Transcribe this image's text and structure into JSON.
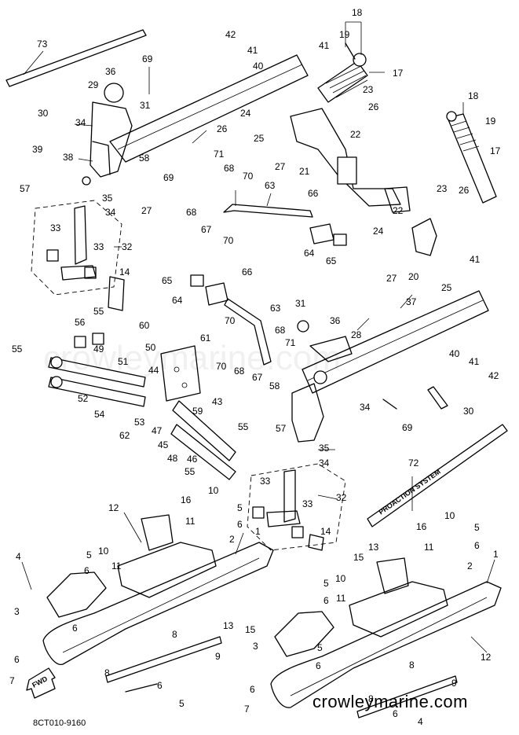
{
  "diagram_code": "8CT010-9160",
  "watermark": "crowleymarine.com",
  "fwd_label": "FWD",
  "decal_text": "PROACTION SYSTEM",
  "callouts": [
    {
      "id": "c73",
      "text": "73"
    },
    {
      "id": "c42a",
      "text": "42"
    },
    {
      "id": "c18a",
      "text": "18"
    },
    {
      "id": "c19a",
      "text": "19"
    },
    {
      "id": "c41a",
      "text": "41"
    },
    {
      "id": "c41b",
      "text": "41"
    },
    {
      "id": "c40a",
      "text": "40"
    },
    {
      "id": "c17a",
      "text": "17"
    },
    {
      "id": "c36a",
      "text": "36"
    },
    {
      "id": "c69a",
      "text": "69"
    },
    {
      "id": "c29",
      "text": "29"
    },
    {
      "id": "c31a",
      "text": "31"
    },
    {
      "id": "c30a",
      "text": "30"
    },
    {
      "id": "c23a",
      "text": "23"
    },
    {
      "id": "c24a",
      "text": "24"
    },
    {
      "id": "c26a",
      "text": "26"
    },
    {
      "id": "c34a",
      "text": "34"
    },
    {
      "id": "c26b",
      "text": "26"
    },
    {
      "id": "c25a",
      "text": "25"
    },
    {
      "id": "c22a",
      "text": "22"
    },
    {
      "id": "c18b",
      "text": "18"
    },
    {
      "id": "c19b",
      "text": "19"
    },
    {
      "id": "c39",
      "text": "39"
    },
    {
      "id": "c38",
      "text": "38"
    },
    {
      "id": "c58a",
      "text": "58"
    },
    {
      "id": "c71a",
      "text": "71"
    },
    {
      "id": "c27a",
      "text": "27"
    },
    {
      "id": "c21",
      "text": "21"
    },
    {
      "id": "c17b",
      "text": "17"
    },
    {
      "id": "c68a",
      "text": "68"
    },
    {
      "id": "c70a",
      "text": "70"
    },
    {
      "id": "c57a",
      "text": "57"
    },
    {
      "id": "c69b",
      "text": "69"
    },
    {
      "id": "c35a",
      "text": "35"
    },
    {
      "id": "c27b",
      "text": "27"
    },
    {
      "id": "c34b",
      "text": "34"
    },
    {
      "id": "c68b",
      "text": "68"
    },
    {
      "id": "c63a",
      "text": "63"
    },
    {
      "id": "c66a",
      "text": "66"
    },
    {
      "id": "c23b",
      "text": "23"
    },
    {
      "id": "c26c",
      "text": "26"
    },
    {
      "id": "c22b",
      "text": "22"
    },
    {
      "id": "c67a",
      "text": "67"
    },
    {
      "id": "c33a",
      "text": "33"
    },
    {
      "id": "c24b",
      "text": "24"
    },
    {
      "id": "c33b",
      "text": "33"
    },
    {
      "id": "c32a",
      "text": "32"
    },
    {
      "id": "c70b",
      "text": "70"
    },
    {
      "id": "c64a",
      "text": "64"
    },
    {
      "id": "c65a",
      "text": "65"
    },
    {
      "id": "c27c",
      "text": "27"
    },
    {
      "id": "c20",
      "text": "20"
    },
    {
      "id": "c41c",
      "text": "41"
    },
    {
      "id": "c25b",
      "text": "25"
    },
    {
      "id": "c14a",
      "text": "14"
    },
    {
      "id": "c65b",
      "text": "65"
    },
    {
      "id": "c66b",
      "text": "66"
    },
    {
      "id": "c64b",
      "text": "64"
    },
    {
      "id": "c63b",
      "text": "63"
    },
    {
      "id": "c37",
      "text": "37"
    },
    {
      "id": "c31b",
      "text": "31"
    },
    {
      "id": "c36b",
      "text": "36"
    },
    {
      "id": "c56",
      "text": "56"
    },
    {
      "id": "c55a",
      "text": "55"
    },
    {
      "id": "c70c",
      "text": "70"
    },
    {
      "id": "c68c",
      "text": "68"
    },
    {
      "id": "c60",
      "text": "60"
    },
    {
      "id": "c28",
      "text": "28"
    },
    {
      "id": "c71b",
      "text": "71"
    },
    {
      "id": "c55b",
      "text": "55"
    },
    {
      "id": "c49",
      "text": "49"
    },
    {
      "id": "c50",
      "text": "50"
    },
    {
      "id": "c61",
      "text": "61"
    },
    {
      "id": "c40b",
      "text": "40"
    },
    {
      "id": "c51",
      "text": "51"
    },
    {
      "id": "c44",
      "text": "44"
    },
    {
      "id": "c70d",
      "text": "70"
    },
    {
      "id": "c68d",
      "text": "68"
    },
    {
      "id": "c67b",
      "text": "67"
    },
    {
      "id": "c41d",
      "text": "41"
    },
    {
      "id": "c42b",
      "text": "42"
    },
    {
      "id": "c52",
      "text": "52"
    },
    {
      "id": "c58b",
      "text": "58"
    },
    {
      "id": "c43",
      "text": "43"
    },
    {
      "id": "c34c",
      "text": "34"
    },
    {
      "id": "c30b",
      "text": "30"
    },
    {
      "id": "c54",
      "text": "54"
    },
    {
      "id": "c53",
      "text": "53"
    },
    {
      "id": "c59",
      "text": "59"
    },
    {
      "id": "c57b",
      "text": "57"
    },
    {
      "id": "c69c",
      "text": "69"
    },
    {
      "id": "c62",
      "text": "62"
    },
    {
      "id": "c47",
      "text": "47"
    },
    {
      "id": "c55c",
      "text": "55"
    },
    {
      "id": "c45",
      "text": "45"
    },
    {
      "id": "c48",
      "text": "48"
    },
    {
      "id": "c46",
      "text": "46"
    },
    {
      "id": "c55d",
      "text": "55"
    },
    {
      "id": "c35b",
      "text": "35"
    },
    {
      "id": "c34d",
      "text": "34"
    },
    {
      "id": "c72",
      "text": "72"
    },
    {
      "id": "c33c",
      "text": "33"
    },
    {
      "id": "c33d",
      "text": "33"
    },
    {
      "id": "c32b",
      "text": "32"
    },
    {
      "id": "c12a",
      "text": "12"
    },
    {
      "id": "c16a",
      "text": "16"
    },
    {
      "id": "c10a",
      "text": "10"
    },
    {
      "id": "c5a",
      "text": "5"
    },
    {
      "id": "c11a",
      "text": "11"
    },
    {
      "id": "c6a",
      "text": "6"
    },
    {
      "id": "c14b",
      "text": "14"
    },
    {
      "id": "c16b",
      "text": "16"
    },
    {
      "id": "c10b",
      "text": "10"
    },
    {
      "id": "c5b",
      "text": "5"
    },
    {
      "id": "c11b",
      "text": "11"
    },
    {
      "id": "c6b",
      "text": "6"
    },
    {
      "id": "c1a",
      "text": "1"
    },
    {
      "id": "c2a",
      "text": "2"
    },
    {
      "id": "c4a",
      "text": "4"
    },
    {
      "id": "c5c",
      "text": "5"
    },
    {
      "id": "c10c",
      "text": "10"
    },
    {
      "id": "c6c",
      "text": "6"
    },
    {
      "id": "c11c",
      "text": "11"
    },
    {
      "id": "c13a",
      "text": "13"
    },
    {
      "id": "c15a",
      "text": "15"
    },
    {
      "id": "c1b",
      "text": "1"
    },
    {
      "id": "c2b",
      "text": "2"
    },
    {
      "id": "c10d",
      "text": "10"
    },
    {
      "id": "c11d",
      "text": "11"
    },
    {
      "id": "c5d",
      "text": "5"
    },
    {
      "id": "c6d",
      "text": "6"
    },
    {
      "id": "c3a",
      "text": "3"
    },
    {
      "id": "c6e",
      "text": "6"
    },
    {
      "id": "c13b",
      "text": "13"
    },
    {
      "id": "c15b",
      "text": "15"
    },
    {
      "id": "c8a",
      "text": "8"
    },
    {
      "id": "c9a",
      "text": "9"
    },
    {
      "id": "c3b",
      "text": "3"
    },
    {
      "id": "c5e",
      "text": "5"
    },
    {
      "id": "c6f",
      "text": "6"
    },
    {
      "id": "c12b",
      "text": "12"
    },
    {
      "id": "c6g",
      "text": "6"
    },
    {
      "id": "c8b",
      "text": "8"
    },
    {
      "id": "c7a",
      "text": "7"
    },
    {
      "id": "c8c",
      "text": "8"
    },
    {
      "id": "c9b",
      "text": "9"
    },
    {
      "id": "c6h",
      "text": "6"
    },
    {
      "id": "c5f",
      "text": "5"
    },
    {
      "id": "c6i",
      "text": "6"
    },
    {
      "id": "c7b",
      "text": "7"
    },
    {
      "id": "c8d",
      "text": "8"
    },
    {
      "id": "c6j",
      "text": "6"
    },
    {
      "id": "c4b",
      "text": "4"
    }
  ]
}
